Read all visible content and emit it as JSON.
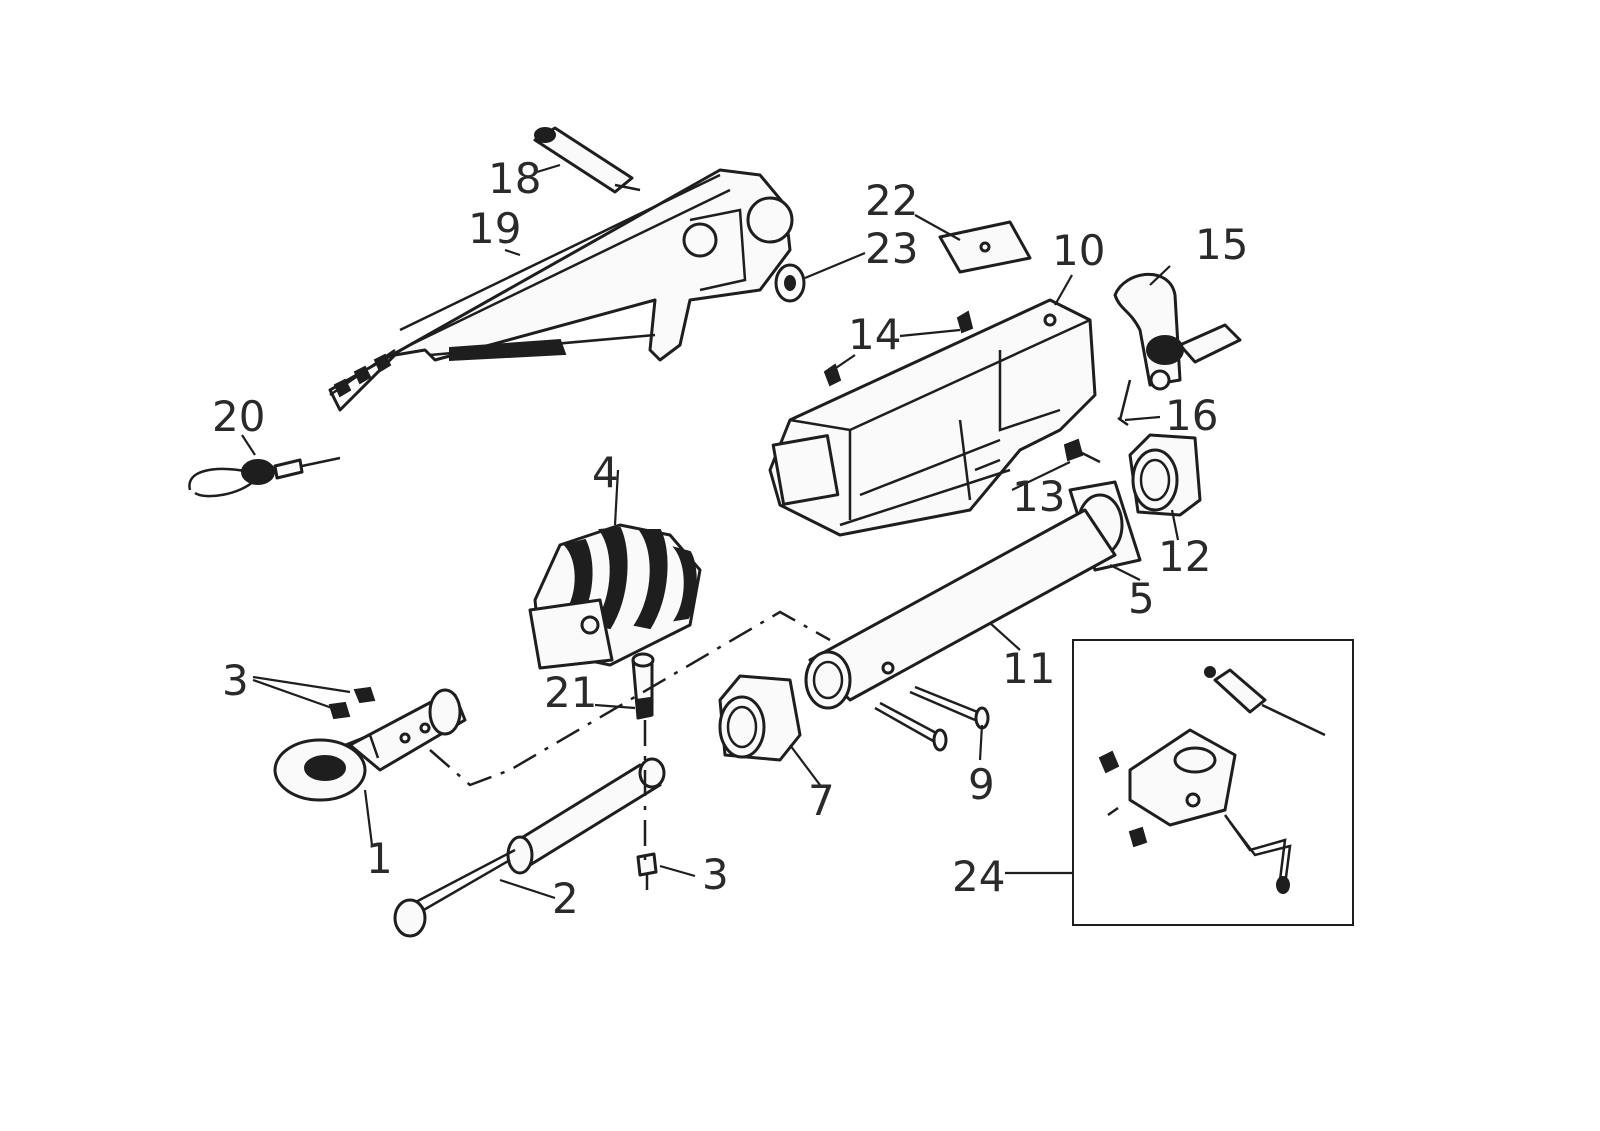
{
  "diagram": {
    "callouts": [
      {
        "id": "1",
        "text": "1"
      },
      {
        "id": "2",
        "text": "2"
      },
      {
        "id": "3a",
        "text": "3"
      },
      {
        "id": "3b",
        "text": "3"
      },
      {
        "id": "4",
        "text": "4"
      },
      {
        "id": "5",
        "text": "5"
      },
      {
        "id": "7",
        "text": "7"
      },
      {
        "id": "9",
        "text": "9"
      },
      {
        "id": "10",
        "text": "10"
      },
      {
        "id": "11",
        "text": "11"
      },
      {
        "id": "12",
        "text": "12"
      },
      {
        "id": "13",
        "text": "13"
      },
      {
        "id": "14",
        "text": "14"
      },
      {
        "id": "15",
        "text": "15"
      },
      {
        "id": "16",
        "text": "16"
      },
      {
        "id": "18",
        "text": "18"
      },
      {
        "id": "19",
        "text": "19"
      },
      {
        "id": "20",
        "text": "20"
      },
      {
        "id": "21",
        "text": "21"
      },
      {
        "id": "22",
        "text": "22"
      },
      {
        "id": "23",
        "text": "23"
      },
      {
        "id": "24",
        "text": "24"
      }
    ]
  }
}
